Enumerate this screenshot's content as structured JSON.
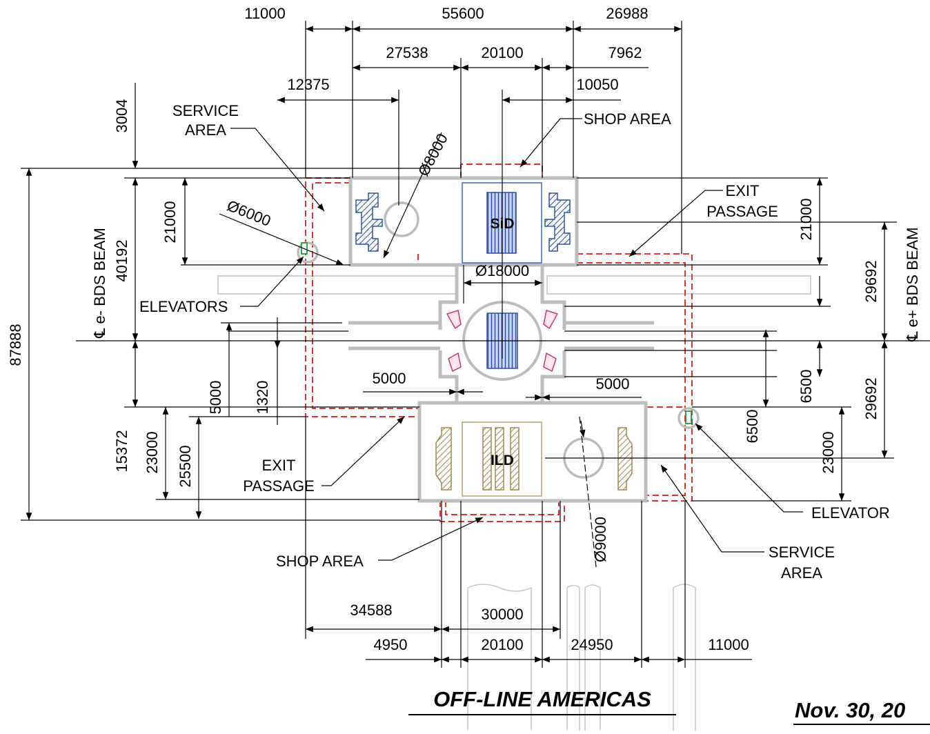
{
  "title": "OFF-LINE  AMERICAS",
  "date": "Nov. 30, 20",
  "detectors": {
    "sid": "SiD",
    "ild": "ILD"
  },
  "labels": {
    "service_area_top_1": "SERVICE",
    "service_area_top_2": "AREA",
    "shop_area_top": "SHOP AREA",
    "exit_passage_top_1": "EXIT",
    "exit_passage_top_2": "PASSAGE",
    "elevators": "ELEVATORS",
    "exit_passage_bottom_1": "EXIT",
    "exit_passage_bottom_2": "PASSAGE",
    "shop_area_bottom": "SHOP AREA",
    "elevator": "ELEVATOR",
    "service_area_bottom_1": "SERVICE",
    "service_area_bottom_2": "AREA",
    "beam_left": "℄ e- BDS BEAM",
    "beam_right": "℄ e+ BDS BEAM"
  },
  "dims": {
    "top_11000": "11000",
    "top_55600": "55600",
    "top_26988": "26988",
    "d_27538": "27538",
    "d_20100_top": "20100",
    "d_7962": "7962",
    "d_12375": "12375",
    "d_10050": "10050",
    "dia_8000": "Ø8000",
    "dia_6000": "Ø6000",
    "dia_18000": "Ø18000",
    "dia_9000": "Ø9000",
    "v_3004": "3004",
    "v_40192": "40192",
    "v_21000_l": "21000",
    "v_87888": "87888",
    "v_5000": "5000",
    "v_1320": "1320",
    "v_15372": "15372",
    "v_23000_l": "23000",
    "v_25500": "25500",
    "h_5000_l": "5000",
    "h_5000_r": "5000",
    "v_21000_r": "21000",
    "v_29692_t": "29692",
    "v_6500_a": "6500",
    "v_6500_b": "6500",
    "v_29692_b": "29692",
    "v_23000_r": "23000",
    "b_34588": "34588",
    "b_30000": "30000",
    "b_4950": "4950",
    "b_20100": "20100",
    "b_24950": "24950",
    "b_11000": "11000"
  }
}
